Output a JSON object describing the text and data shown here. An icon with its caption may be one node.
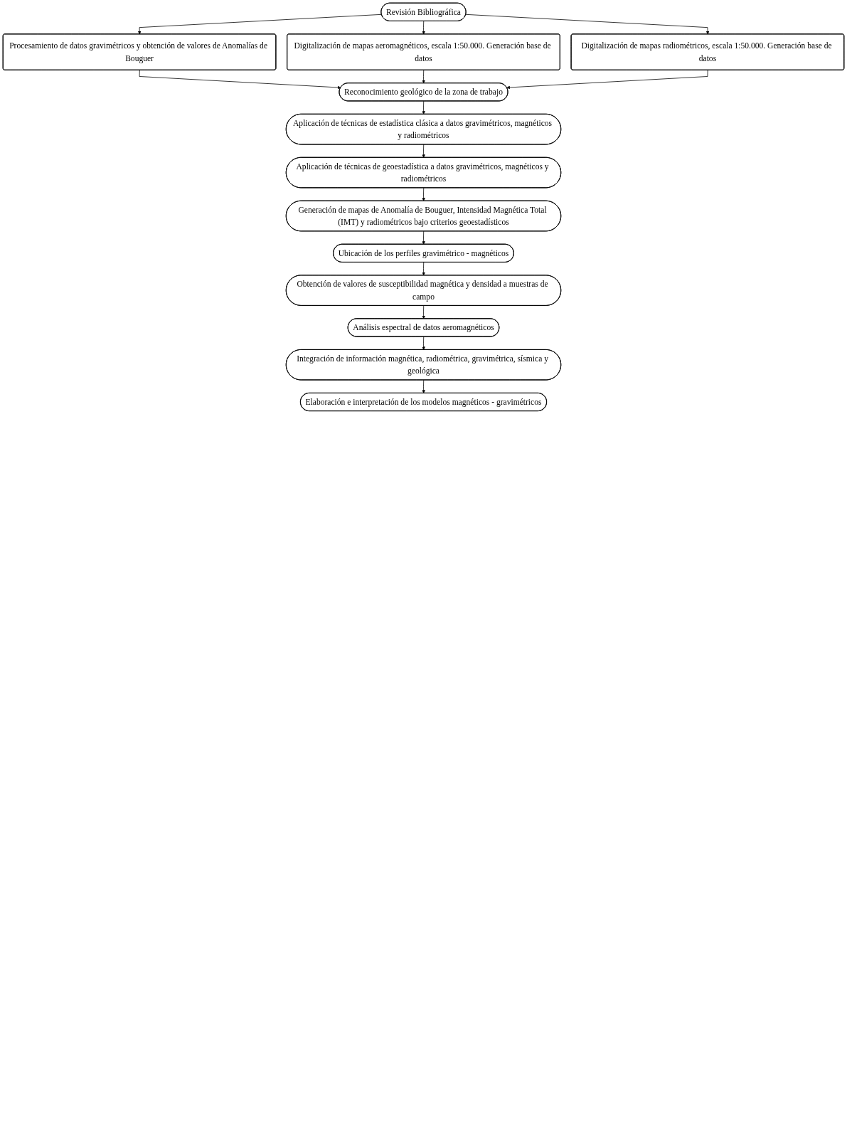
{
  "diagram": {
    "nodes": [
      {
        "text": [
          "Revisión Bibliográfica"
        ]
      },
      {
        "text": [
          "Procesamiento de datos gravimétricos y obtención de valores de Anomalías de Bouguer"
        ]
      },
      {
        "text": [
          "Digitalización de mapas aeromagnéticos, escala 1:50.000. Generación base de datos"
        ]
      },
      {
        "text": [
          "Digitalización de mapas radiométricos, escala 1:50.000. Generación base de datos"
        ]
      },
      {
        "text": [
          "Reconocimiento geológico de la zona de trabajo"
        ]
      },
      {
        "text": [
          "Aplicación de técnicas de estadística clásica a datos gravimétricos, magnéticos y radiométricos"
        ]
      },
      {
        "text": [
          "Aplicación de técnicas de geoestadística a datos gravimétricos, magnéticos y radiométricos"
        ]
      },
      {
        "text": [
          "Generación de mapas de Anomalía de Bouguer, Intensidad Magnética Total (IMT) y radiométricos bajo criterios geoestadísticos"
        ]
      },
      {
        "text": [
          "Ubicación de los perfiles gravimétrico - magnéticos"
        ]
      },
      {
        "text": [
          "Obtención de valores de susceptibilidad magnética y densidad a muestras de campo"
        ]
      },
      {
        "text": [
          "Análisis espectral de datos aeromagnéticos"
        ]
      },
      {
        "text": [
          "Integración de información magnética, radiométrica, gravimétrica, sísmica y geológica"
        ]
      },
      {
        "text": [
          "Elaboración e interpretación de los modelos magnéticos - gravimétricos"
        ]
      }
    ],
    "edges": [
      {
        "from": 0,
        "to": 1,
        "arrow": "to"
      },
      {
        "from": 0,
        "to": 2,
        "arrow": "to"
      },
      {
        "from": 0,
        "to": 3,
        "arrow": "to"
      },
      {
        "from": 1,
        "to": 4,
        "arrow": "to"
      },
      {
        "from": 2,
        "to": 4,
        "arrow": "to"
      },
      {
        "from": 3,
        "to": 4,
        "arrow": "to"
      },
      {
        "from": 4,
        "to": 5,
        "arrow": "to"
      },
      {
        "from": 5,
        "to": 6,
        "arrow": "to"
      },
      {
        "from": 6,
        "to": 7,
        "arrow": "to"
      },
      {
        "from": 7,
        "to": 8,
        "arrow": "to"
      },
      {
        "from": 8,
        "to": 9,
        "arrow": "to"
      },
      {
        "from": 9,
        "to": 10,
        "arrow": "to"
      },
      {
        "from": 10,
        "to": 11,
        "arrow": "to"
      },
      {
        "from": 11,
        "to": 12,
        "arrow": "to"
      }
    ]
  }
}
